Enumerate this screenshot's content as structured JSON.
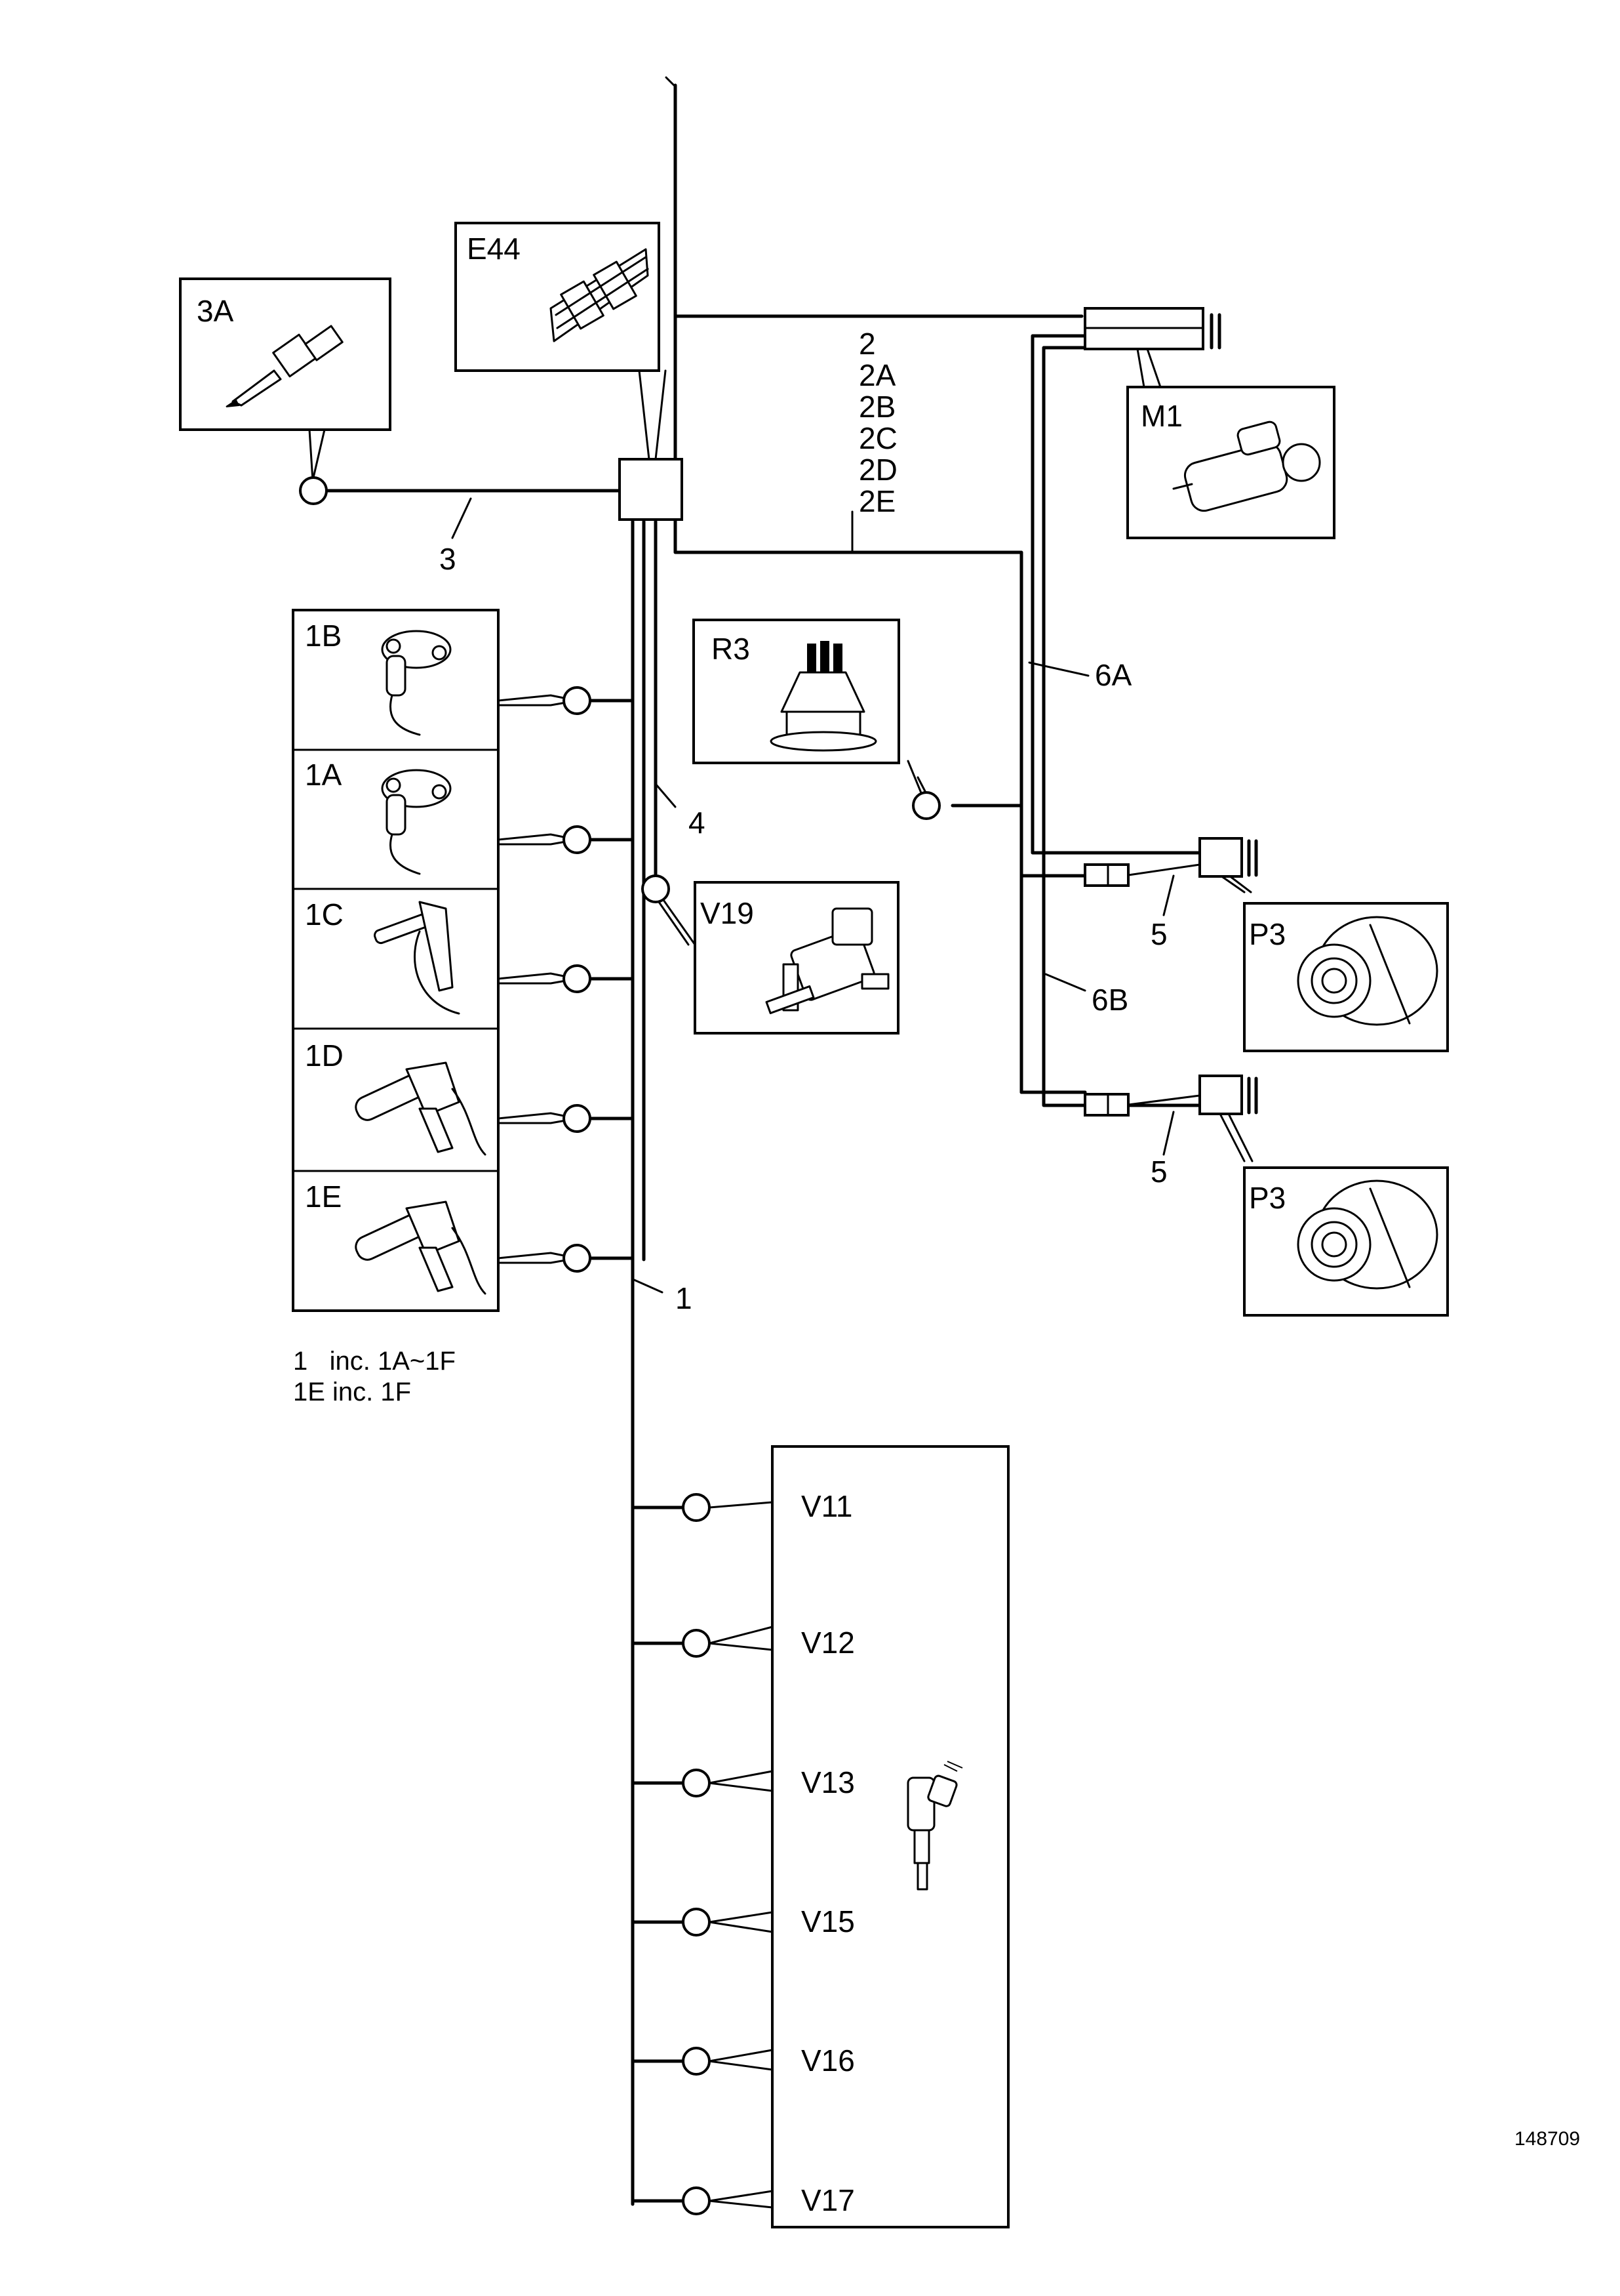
{
  "components": {
    "e44": "E44",
    "m1": "M1",
    "r3": "R3",
    "v19": "V19",
    "p3_upper": "P3",
    "p3_lower": "P3",
    "s3a": "3A",
    "s1b": "1B",
    "s1a": "1A",
    "s1c": "1C",
    "s1d": "1D",
    "s1e": "1E",
    "v11": "V11",
    "v12": "V12",
    "v13": "V13",
    "v15": "V15",
    "v16": "V16",
    "v17": "V17"
  },
  "harness_labels": {
    "h1": "1",
    "h2": [
      "2",
      "2A",
      "2B",
      "2C",
      "2D",
      "2E"
    ],
    "h3": "3",
    "h4": "4",
    "h5_upper": "5",
    "h5_lower": "5",
    "h6a": "6A",
    "h6b": "6B"
  },
  "notes": {
    "line1": "1   inc. 1A~1F",
    "line2": "1E inc. 1F"
  },
  "figure_number": "148709"
}
